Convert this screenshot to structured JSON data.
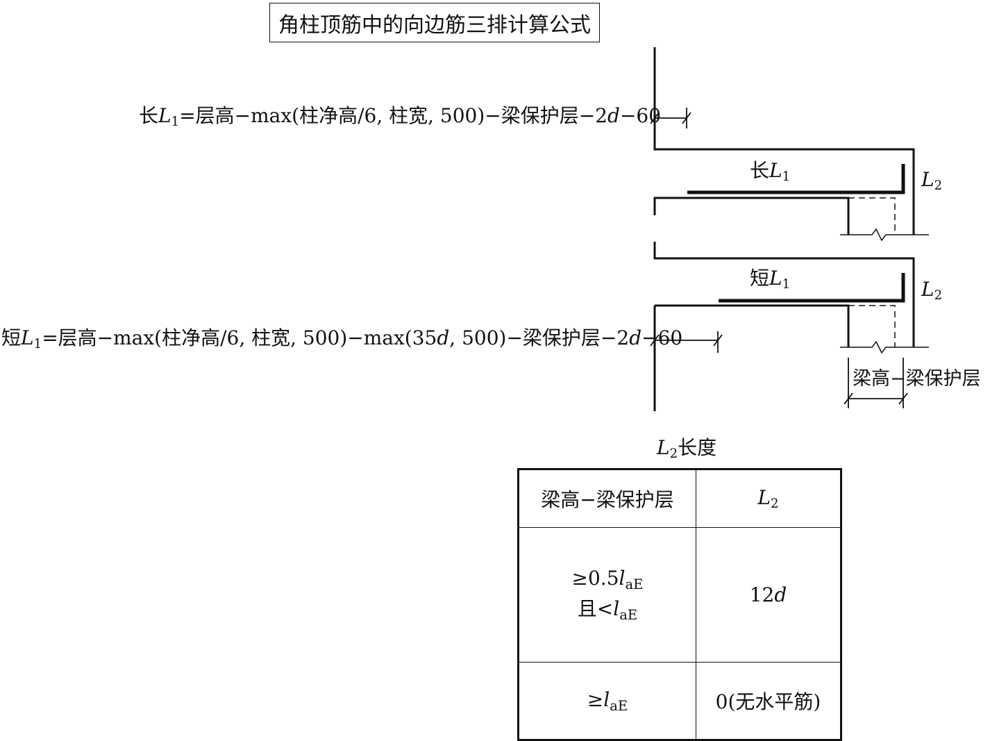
{
  "title": "角柱顶筋中的向边筋三排计算公式",
  "formula_long": {
    "prefix": "长",
    "var": "L",
    "var_sub": "1",
    "body": "=层高−max(柱净高/6, 柱宽, 500)−梁保护层−2",
    "d": "d",
    "tail": "−60"
  },
  "formula_short": {
    "prefix": "短",
    "var": "L",
    "var_sub": "1",
    "body_a": "=层高−max(柱净高/6, 柱宽, 500)−max(35",
    "d1": "d",
    "body_b": ", 500)−梁保护层−2",
    "d2": "d",
    "tail": "−60"
  },
  "labels": {
    "long_l1": {
      "prefix": "长",
      "var": "L",
      "sub": "1"
    },
    "short_l1": {
      "prefix": "短",
      "var": "L",
      "sub": "1"
    },
    "l2_upper": {
      "var": "L",
      "sub": "2"
    },
    "l2_lower": {
      "var": "L",
      "sub": "2"
    },
    "beam_dim": "梁高−梁保护层"
  },
  "table": {
    "caption_var": "L",
    "caption_sub": "2",
    "caption_text": "长度",
    "header": {
      "col1": "梁高−梁保护层",
      "col2_var": "L",
      "col2_sub": "2"
    },
    "rows": [
      {
        "cond_line1_sym": "≥0.5",
        "cond_line1_var": "l",
        "cond_line1_sub": "aE",
        "cond_line2_sym": "且<",
        "cond_line2_var": "l",
        "cond_line2_sub": "aE",
        "value_num": "12",
        "value_var": "d"
      },
      {
        "cond_sym": "≥",
        "cond_var": "l",
        "cond_sub": "aE",
        "value": "0(无水平筋)"
      }
    ]
  }
}
